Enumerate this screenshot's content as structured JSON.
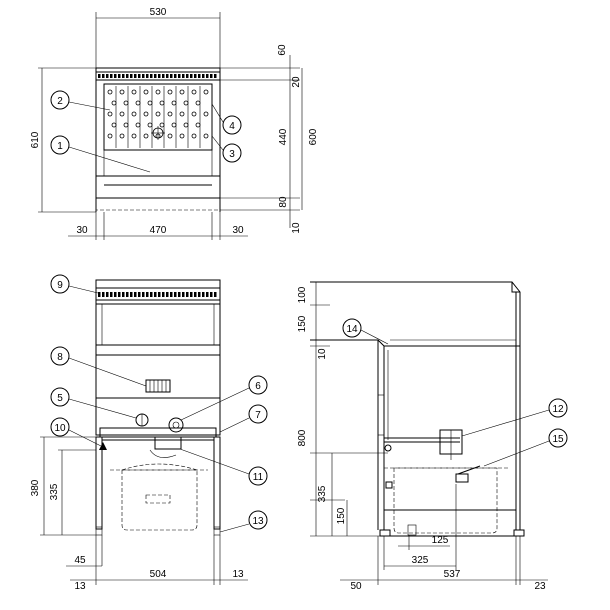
{
  "dimensions": {
    "top": {
      "width_total": "530",
      "height_total": "610",
      "top_60": "60",
      "top_20": "20",
      "h_440": "440",
      "h_600": "600",
      "h_80": "80",
      "h_10": "10",
      "left_30": "30",
      "width_470": "470",
      "right_30": "30"
    },
    "front": {
      "h_380": "380",
      "h_335": "335",
      "w_45": "45",
      "w_13_left": "13",
      "w_504": "504",
      "w_13_right": "13"
    },
    "side": {
      "h_100": "100",
      "h_150_top": "150",
      "h_10": "10",
      "h_800": "800",
      "h_335": "335",
      "h_150_bottom": "150",
      "w_125": "125",
      "w_325": "325",
      "w_50": "50",
      "w_537": "537",
      "w_23": "23"
    }
  },
  "callouts": [
    "1",
    "2",
    "3",
    "4",
    "5",
    "6",
    "7",
    "8",
    "9",
    "10",
    "11",
    "12",
    "13",
    "14",
    "15"
  ]
}
